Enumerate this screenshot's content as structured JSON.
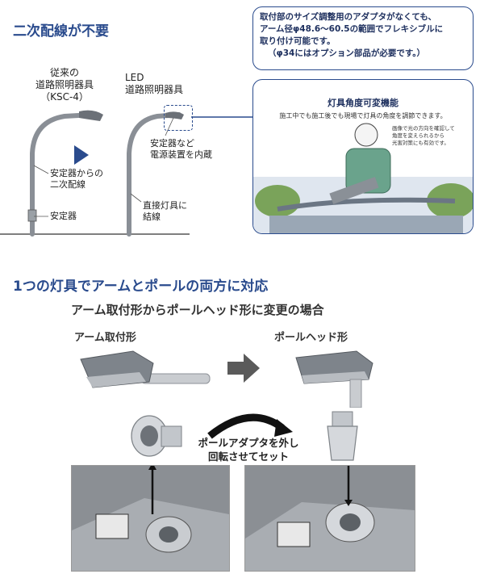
{
  "section1": {
    "title": "二次配線が不要",
    "conventional": {
      "line1": "従来の",
      "line2": "道路照明器具",
      "line3": "（KSC-4）"
    },
    "led": {
      "line1": "LED",
      "line2": "道路照明器具"
    },
    "ann_secondary_line1": "安定器からの",
    "ann_secondary_line2": "二次配線",
    "ann_ballast": "安定器",
    "ann_builtin_line1": "安定器など",
    "ann_builtin_line2": "電源装置を内蔵",
    "ann_direct_line1": "直接灯具に",
    "ann_direct_line2": "結線",
    "callout_top": {
      "line1": "取付部のサイズ調整用のアダプタがなくても、",
      "line2": "アーム径φ48.6～60.5の範囲でフレキシブルに",
      "line3": "取り付け可能です。",
      "line4": "（φ34にはオプション部品が必要です。）"
    },
    "callout_bottom": {
      "title": "灯具角度可変機能",
      "desc": "施工中でも施工後でも現場で灯具の角度を調節できます。",
      "note_line1": "画像で光の方向を確認して",
      "note_line2": "角度を変えられるから",
      "note_line3": "光害対策にも有効です。"
    }
  },
  "section2": {
    "title": "1つの灯具でアームとポールの両方に対応",
    "subtitle": "アーム取付形からポールヘッド形に変更の場合",
    "arm_label": "アーム取付形",
    "pole_label": "ポールヘッド形",
    "rotate_line1": "ポールアダプタを外し",
    "rotate_line2": "回転させてセット"
  }
}
